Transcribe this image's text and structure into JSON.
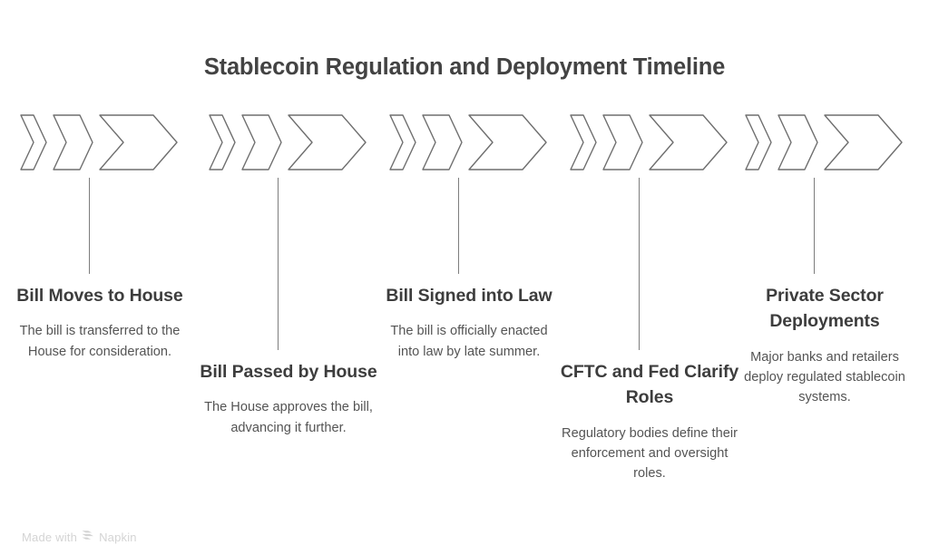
{
  "title": "Stablecoin Regulation and Deployment Timeline",
  "colors": {
    "title": "#434343",
    "heading": "#3d3d3d",
    "description": "#545454",
    "chevron_stroke": "#6e6e6e",
    "connector": "#7d7d7d",
    "watermark": "#d4d4d4",
    "background": "#ffffff"
  },
  "stages": [
    {
      "heading": "Bill Moves to House",
      "description": "The bill is transferred to the House for consideration.",
      "position": "high",
      "icon": "triple-chevron-right-icon"
    },
    {
      "heading": "Bill Passed by House",
      "description": "The House approves the bill, advancing it further.",
      "position": "low",
      "icon": "triple-chevron-right-icon"
    },
    {
      "heading": "Bill Signed into Law",
      "description": "The bill is officially enacted into law by late summer.",
      "position": "high",
      "icon": "triple-chevron-right-icon"
    },
    {
      "heading": "CFTC and Fed Clarify Roles",
      "description": "Regulatory bodies define their enforcement and oversight roles.",
      "position": "low",
      "icon": "triple-chevron-right-icon"
    },
    {
      "heading": "Private Sector Deployments",
      "description": "Major banks and retailers deploy regulated stablecoin systems.",
      "position": "high",
      "icon": "triple-chevron-right-icon"
    }
  ],
  "watermark": {
    "prefix": "Made with",
    "brand": "Napkin",
    "logo": "napkin-chevron-logo-icon"
  }
}
